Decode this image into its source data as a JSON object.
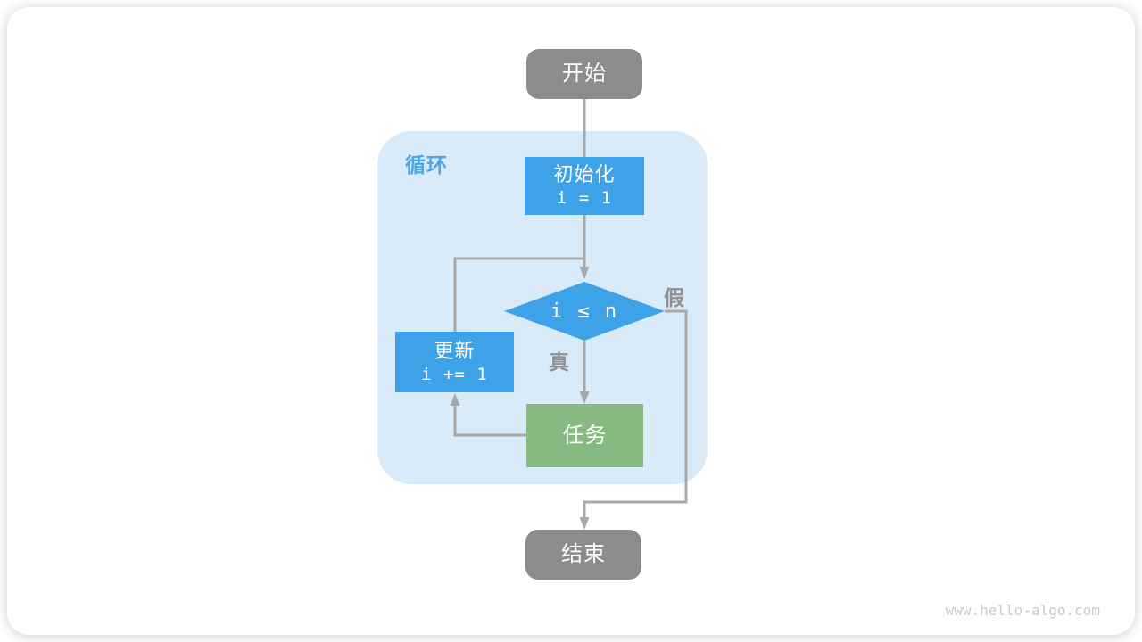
{
  "diagram": {
    "title_hint": "while-loop flowchart",
    "loop": {
      "label": "循环"
    },
    "nodes": {
      "start": {
        "label": "开始",
        "shape": "rounded-rect",
        "color": "#8C8C8C"
      },
      "init": {
        "label": "初始化",
        "code": "i = 1",
        "shape": "rect",
        "color": "#3EA2E9"
      },
      "condition": {
        "expression": "i ≤ n",
        "shape": "diamond",
        "color": "#3EA2E9"
      },
      "update": {
        "label": "更新",
        "code": "i += 1",
        "shape": "rect",
        "color": "#3EA2E9"
      },
      "task": {
        "label": "任务",
        "shape": "rect",
        "color": "#87BA80"
      },
      "end": {
        "label": "结束",
        "shape": "rounded-rect",
        "color": "#8C8C8C"
      }
    },
    "branches": {
      "true_label": "真",
      "false_label": "假"
    },
    "colors": {
      "node_blue": "#3EA2E9",
      "node_green": "#87BA80",
      "node_gray": "#8C8C8C",
      "loop_region_bg": "#D9EAF8",
      "loop_label": "#4BA5E9",
      "connector": "#A8A8A8",
      "branch_label": "#909090",
      "watermark": "#C9C9C9"
    }
  },
  "footer": {
    "watermark": "www.hello-algo.com"
  }
}
